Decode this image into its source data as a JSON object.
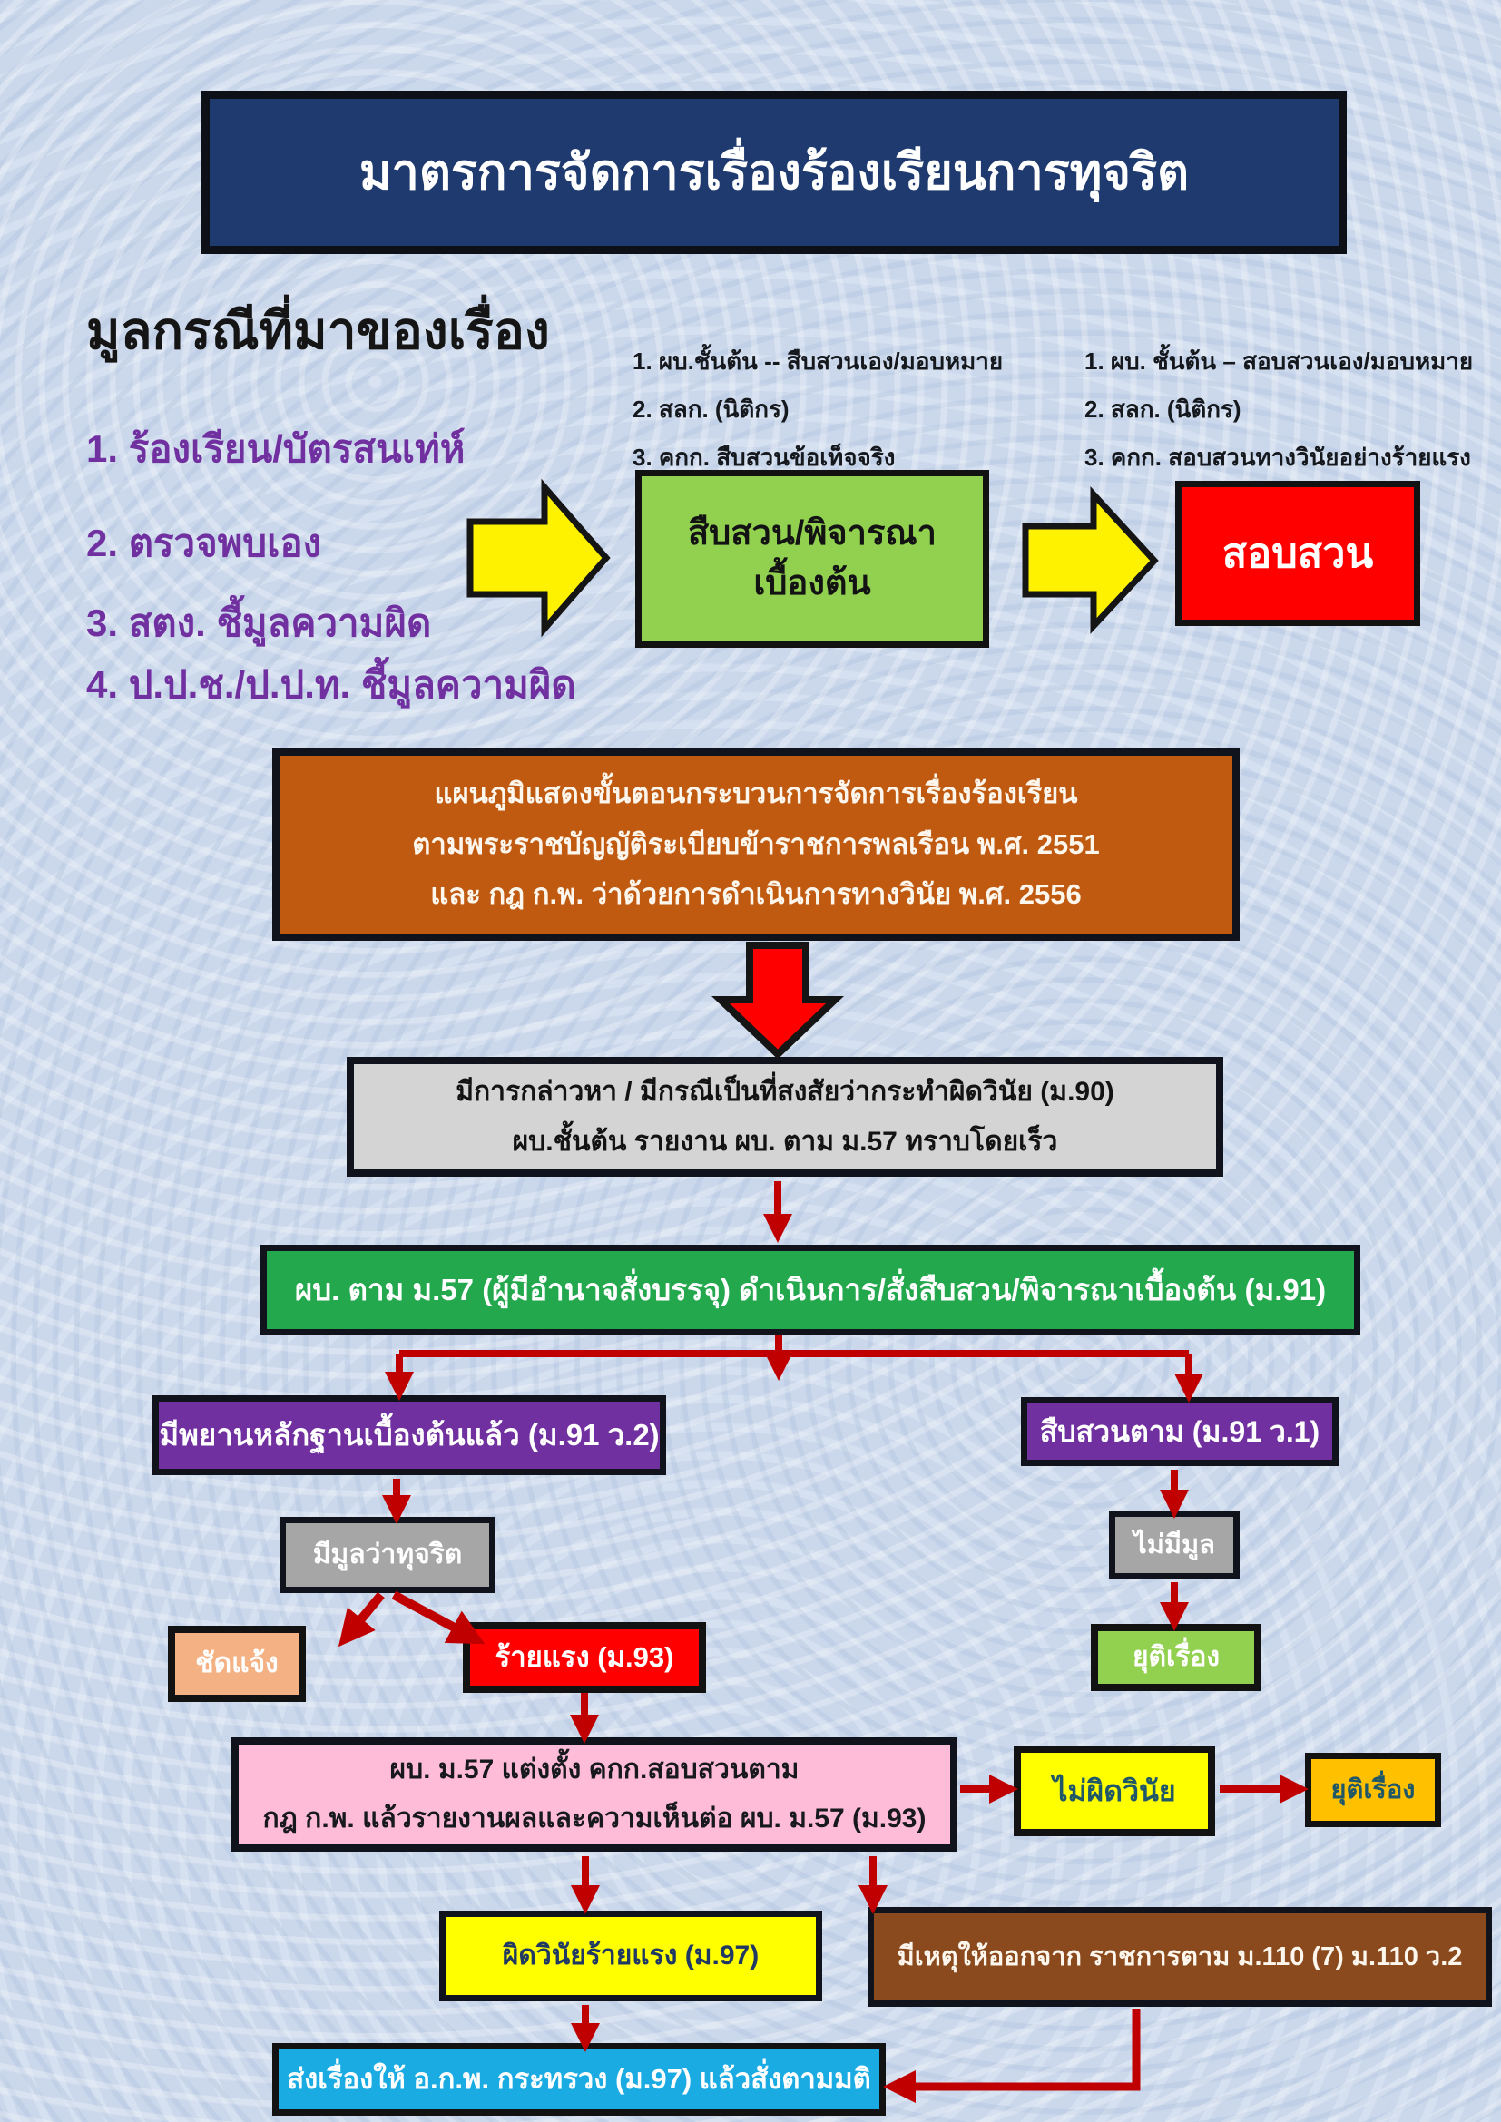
{
  "title_banner": {
    "text": "มาตรการจัดการเรื่องร้องเรียนการทุจริต"
  },
  "sources": {
    "heading": "มูลกรณีที่มาของเรื่อง",
    "items": [
      "1. ร้องเรียน/บัตรสนเท่ห์",
      "2. ตรวจพบเอง",
      "3. สตง. ชี้มูลความผิด",
      "4. ป.ป.ช./ป.ป.ท. ชี้มูลความผิด"
    ]
  },
  "notes": {
    "investigation": [
      "1. ผบ.ชั้นต้น  -- สืบสวนเอง/มอบหมาย",
      "2. สลก. (นิติกร)",
      "3. คกก. สืบสวนข้อเท็จจริง"
    ],
    "inquiry": [
      "1. ผบ. ชั้นต้น – สอบสวนเอง/มอบหมาย",
      "2. สลก. (นิติกร)",
      "3. คกก. สอบสวนทางวินัยอย่างร้ายแรง"
    ]
  },
  "top_flow": {
    "investigate_line1": "สืบสวน/พิจารณา",
    "investigate_line2": "เบื้องต้น",
    "inquiry": "สอบสวน"
  },
  "chart_header": {
    "line1": "แผนภูมิแสดงขั้นตอนกระบวนการจัดการเรื่องร้องเรียน",
    "line2": "ตามพระราชบัญญัติระเบียบข้าราชการพลเรือน พ.ศ. 2551",
    "line3": "และ กฎ ก.พ. ว่าด้วยการดำเนินการทางวินัย พ.ศ. 2556"
  },
  "flow": {
    "allegation_line1": "มีการกล่าวหา / มีกรณีเป็นที่สงสัยว่ากระทำผิดวินัย (ม.90)",
    "allegation_line2": "ผบ.ชั้นต้น รายงาน ผบ. ตาม ม.57 ทราบโดยเร็ว",
    "order": "ผบ. ตาม ม.57 (ผู้มีอำนาจสั่งบรรจุ) ดำเนินการ/สั่งสืบสวน/พิจารณาเบื้องต้น (ม.91)",
    "evidence": "มีพยานหลักฐานเบื้องต้นแล้ว (ม.91 ว.2)",
    "investigate_per": "สืบสวนตาม (ม.91 ว.1)",
    "grounds": "มีมูลว่าทุจริต",
    "no_grounds": "ไม่มีมูล",
    "clear": "ชัดแจ้ง",
    "serious": "ร้ายแรง (ม.93)",
    "end_case_1": "ยุติเรื่อง",
    "appoint_line1": "ผบ. ม.57 แต่งตั้ง คกก.สอบสวนตาม",
    "appoint_line2": "กฎ ก.พ. แล้วรายงานผลและความเห็นต่อ ผบ. ม.57 (ม.93)",
    "no_offense": "ไม่ผิดวินัย",
    "end_case_2": "ยุติเรื่อง",
    "serious_offense": "ผิดวินัยร้ายแรง (ม.97)",
    "discharge": "มีเหตุให้ออกจาก ราชการตาม ม.110 (7) ม.110 ว.2",
    "forward": "ส่งเรื่องให้ อ.ก.พ. กระทรวง (ม.97) แล้วสั่งตามมติ"
  },
  "colors": {
    "background": "#cbd8ec",
    "title_navy": "#1e3a6e",
    "purple_text": "#7030a0",
    "arrow_yellow": "#fff200",
    "green_box": "#92d050",
    "red_box": "#ff0000",
    "header_brown": "#c05a11",
    "gray_light": "#d4d4d4",
    "green_bar": "#24a84e",
    "purple_box": "#7030a0",
    "gray_mid": "#a6a6a6",
    "peach": "#f4b183",
    "pink": "#ffbcd9",
    "yellow_box": "#ffff00",
    "orange": "#ffc000",
    "teal_text": "#215868",
    "navy_text": "#1f3864",
    "brown_box": "#8a4a1e",
    "cyan": "#1babe3",
    "connector_red": "#c00000"
  }
}
